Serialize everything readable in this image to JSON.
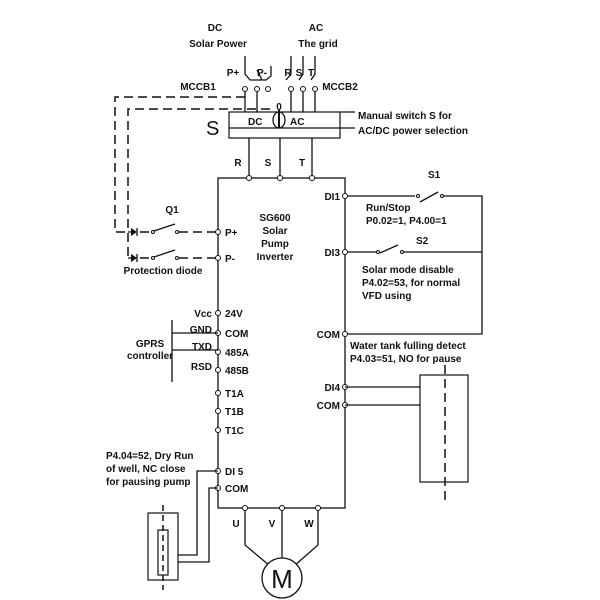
{
  "sources": {
    "dc_title": "DC",
    "dc_subtitle": "Solar Power",
    "ac_title": "AC",
    "ac_subtitle": "The grid"
  },
  "breakers": {
    "mccb1": "MCCB1",
    "mccb2": "MCCB2",
    "p_plus": "P+",
    "p_minus": "P-",
    "r": "R",
    "s": "S",
    "t": "T"
  },
  "switch": {
    "label": "S",
    "dc": "DC",
    "ac": "AC",
    "zero": "0",
    "note_line1": "Manual switch S for",
    "note_line2": "AC/DC power selection"
  },
  "inverter": {
    "name_lines": [
      "SG600",
      "Solar",
      "Pump",
      "Inverter"
    ],
    "inputs": [
      "R",
      "S",
      "T"
    ],
    "outputs": [
      "U",
      "V",
      "W"
    ],
    "left_terminals": [
      "P+",
      "P-",
      "24V",
      "COM",
      "485A",
      "485B",
      "T1A",
      "T1B",
      "T1C",
      "DI 5",
      "COM"
    ],
    "right_terminals": [
      "DI1",
      "DI3",
      "COM",
      "DI4",
      "COM"
    ]
  },
  "protection": {
    "q1": "Q1",
    "diode_label": "Protection diode"
  },
  "gprs": {
    "label_lines": [
      "GPRS",
      "controller"
    ],
    "pins": [
      "Vcc",
      "GND",
      "TXD",
      "RSD"
    ]
  },
  "switches": {
    "s1": "S1",
    "s1_note": [
      "Run/Stop",
      "P0.02=1, P4.00=1"
    ],
    "s2": "S2",
    "s2_note": [
      "Solar mode disable",
      "P4.02=53, for normal",
      "VFD using"
    ]
  },
  "water_tank": {
    "note": [
      "Water tank fulling detect",
      "P4.03=51, NO for pause"
    ]
  },
  "dry_run": {
    "note": [
      "P4.04=52, Dry Run",
      "of well, NC close",
      "for pausing pump"
    ]
  },
  "motor": {
    "label": "M"
  }
}
